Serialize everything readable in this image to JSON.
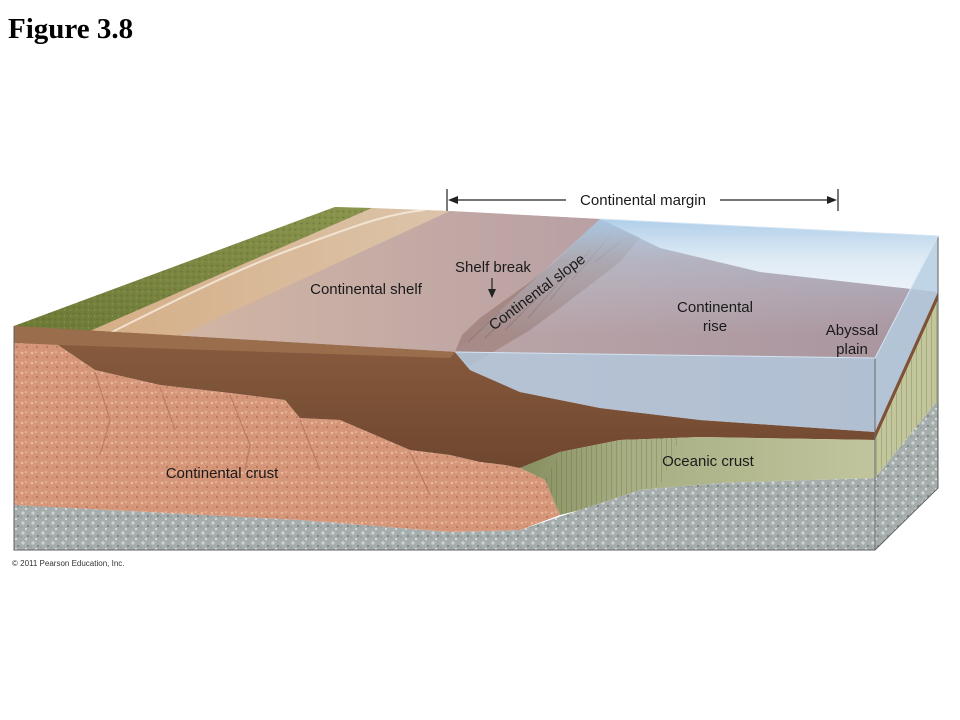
{
  "figure_title": "Figure 3.8",
  "labels": {
    "continental_margin": "Continental margin",
    "shelf_break": "Shelf break",
    "continental_slope": "Continental slope",
    "continental_shelf": "Continental shelf",
    "continental_rise": [
      "Continental",
      "rise"
    ],
    "abyssal_plain": [
      "Abyssal",
      "plain"
    ],
    "oceanic_crust": "Oceanic crust",
    "continental_crust": "Continental crust"
  },
  "copyright": "© 2011 Pearson Education, Inc.",
  "colors": {
    "sediment": "#7d5237",
    "water": "#b4cce1",
    "oceanic_crust_side": "#c3c69b"
  }
}
